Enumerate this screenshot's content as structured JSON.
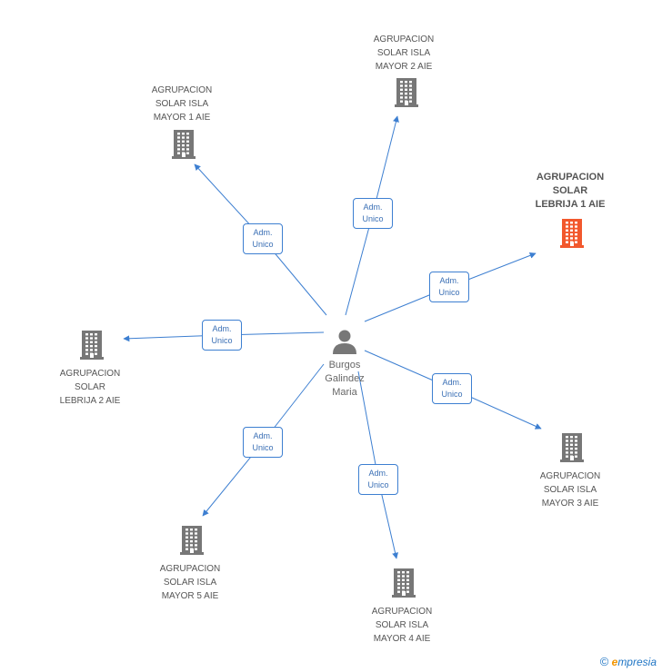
{
  "colors": {
    "edge": "#3d7fd1",
    "building": "#777777",
    "building_focus": "#f2582d",
    "person": "#777777"
  },
  "center": {
    "label": "Burgos\nGalindez\nMaria",
    "icon": "person-icon"
  },
  "companies": [
    {
      "id": "isla-mayor-2",
      "label": "AGRUPACION\nSOLAR ISLA\nMAYOR 2 AIE",
      "icon": "building-icon",
      "focus": false
    },
    {
      "id": "isla-mayor-1",
      "label": "AGRUPACION\nSOLAR ISLA\nMAYOR 1 AIE",
      "icon": "building-icon",
      "focus": false
    },
    {
      "id": "lebrija-1",
      "label": "AGRUPACION\nSOLAR\nLEBRIJA 1 AIE",
      "icon": "building-icon",
      "focus": true
    },
    {
      "id": "lebrija-2",
      "label": "AGRUPACION\nSOLAR\nLEBRIJA 2 AIE",
      "icon": "building-icon",
      "focus": false
    },
    {
      "id": "isla-mayor-3",
      "label": "AGRUPACION\nSOLAR ISLA\nMAYOR 3 AIE",
      "icon": "building-icon",
      "focus": false
    },
    {
      "id": "isla-mayor-5",
      "label": "AGRUPACION\nSOLAR ISLA\nMAYOR 5 AIE",
      "icon": "building-icon",
      "focus": false
    },
    {
      "id": "isla-mayor-4",
      "label": "AGRUPACION\nSOLAR ISLA\nMAYOR 4 AIE",
      "icon": "building-icon",
      "focus": false
    }
  ],
  "edges": [
    {
      "to": "isla-mayor-2",
      "label": "Adm.\nUnico"
    },
    {
      "to": "isla-mayor-1",
      "label": "Adm.\nUnico"
    },
    {
      "to": "lebrija-1",
      "label": "Adm.\nUnico"
    },
    {
      "to": "lebrija-2",
      "label": "Adm.\nUnico"
    },
    {
      "to": "isla-mayor-3",
      "label": "Adm.\nUnico"
    },
    {
      "to": "isla-mayor-5",
      "label": "Adm.\nUnico"
    },
    {
      "to": "isla-mayor-4",
      "label": "Adm.\nUnico"
    }
  ],
  "footer": {
    "copyright_symbol": "©",
    "brand_initial": "e",
    "brand_rest": "mpresia"
  }
}
